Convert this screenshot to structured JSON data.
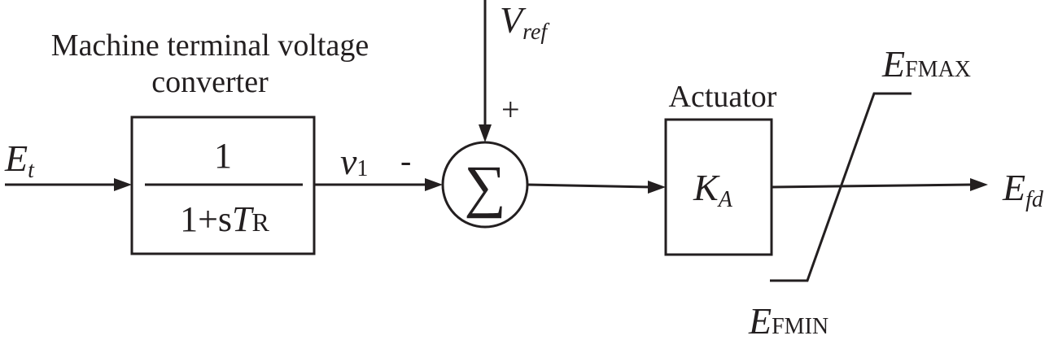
{
  "diagram": {
    "input": {
      "symbol": "E",
      "subscript": "t"
    },
    "converter": {
      "title_line1": "Machine terminal voltage",
      "title_line2": "converter",
      "numerator": "1",
      "denominator_prefix": "1+s",
      "denominator_symbol": "T",
      "denominator_subscript": "R"
    },
    "intermediate": {
      "symbol": "v",
      "subscript": "1"
    },
    "summing_junction": {
      "symbol": "∑",
      "plus_sign": "+",
      "minus_sign": "-"
    },
    "reference": {
      "symbol": "V",
      "subscript": "ref"
    },
    "actuator": {
      "title": "Actuator",
      "gain_symbol": "K",
      "gain_subscript": "A"
    },
    "limiter": {
      "max": {
        "symbol": "E",
        "subscript": "FMAX"
      },
      "min": {
        "symbol": "E",
        "subscript": "FMIN"
      }
    },
    "output": {
      "symbol": "E",
      "subscript": "fd"
    }
  }
}
